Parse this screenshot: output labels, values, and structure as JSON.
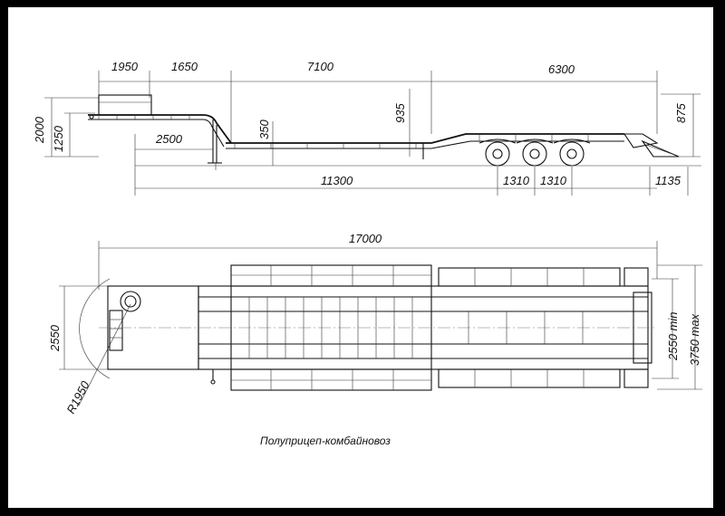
{
  "side_view": {
    "dimensions": {
      "d1950": "1950",
      "d1650": "1650",
      "d7100": "7100",
      "d6300": "6300",
      "d2000": "2000",
      "d1250": "1250",
      "d2500": "2500",
      "d350": "350",
      "d935": "935",
      "d875": "875",
      "d11300": "11300",
      "d1310a": "1310",
      "d1310b": "1310",
      "d1135": "1135"
    }
  },
  "top_view": {
    "dimensions": {
      "d17000": "17000",
      "d2550": "2550",
      "dR1950": "R1950",
      "d2550min": "2550 min",
      "d3750max": "3750 max"
    }
  },
  "caption": "Полуприцеп-комбайновоз",
  "colors": {
    "background": "#000000",
    "paper": "#ffffff",
    "ink": "#111111"
  }
}
